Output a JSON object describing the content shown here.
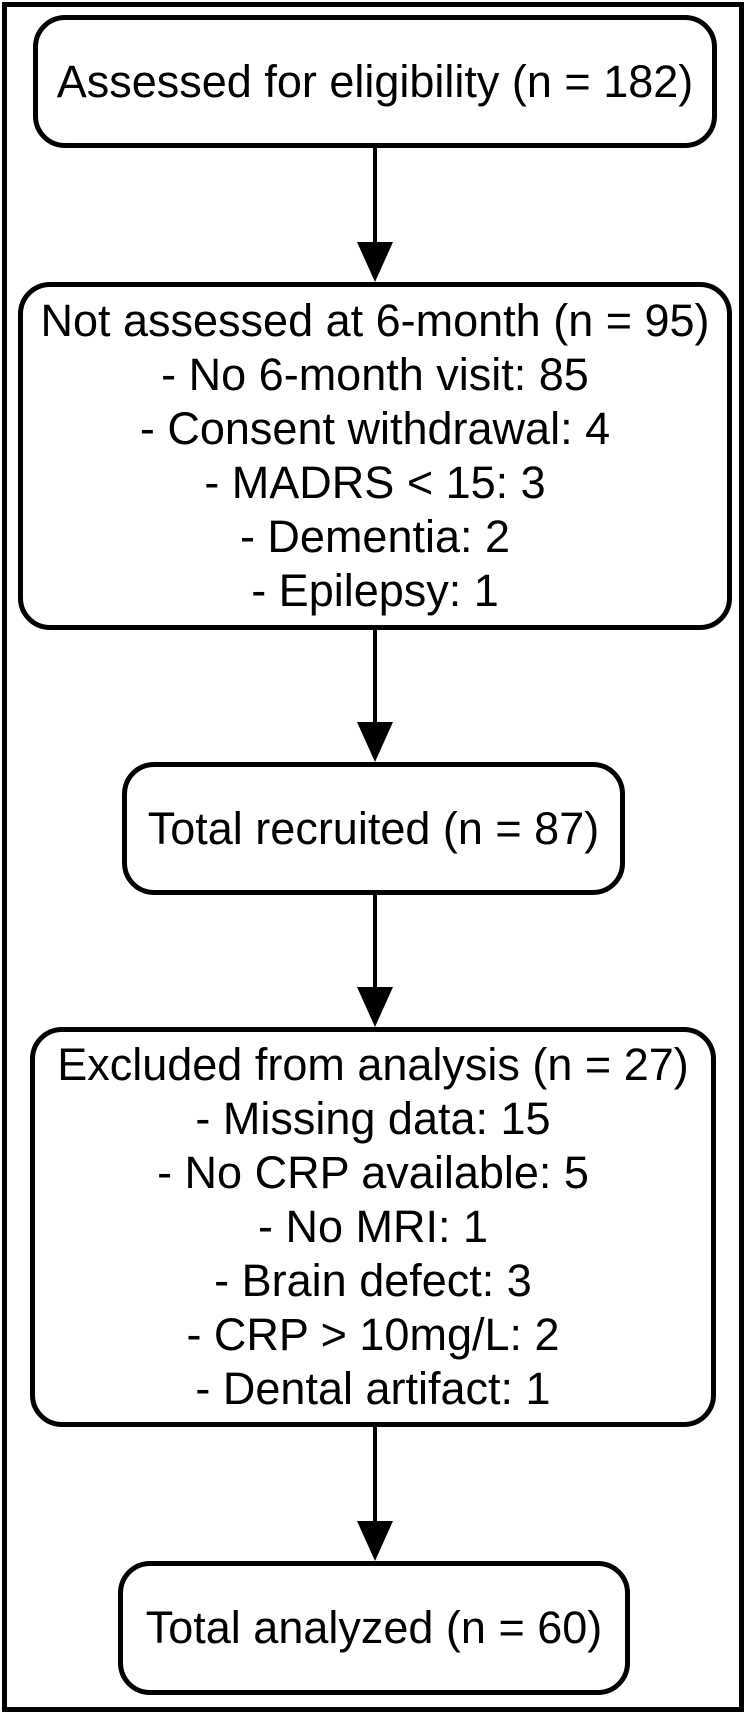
{
  "figure": {
    "type": "flow-diagram",
    "colors": {
      "background": "#ffffff",
      "line": "#000000",
      "text": "#000000"
    },
    "boxes": [
      {
        "title": "Assessed for eligibility (n = 182)",
        "items": []
      },
      {
        "title": "Not assessed at 6-month (n = 95)",
        "items": [
          "- No 6-month visit: 85",
          "- Consent withdrawal: 4",
          "- MADRS < 15: 3",
          "- Dementia: 2",
          "- Epilepsy: 1"
        ]
      },
      {
        "title": "Total recruited (n = 87)",
        "items": []
      },
      {
        "title": "Excluded from analysis (n = 27)",
        "items": [
          "- Missing data: 15",
          "- No CRP available: 5",
          "- No MRI: 1",
          "- Brain defect: 3",
          "- CRP > 10mg/L: 2",
          "- Dental artifact: 1"
        ]
      },
      {
        "title": "Total analyzed (n = 60)",
        "items": []
      }
    ],
    "arrows": [
      {
        "from": 0,
        "to": 1
      },
      {
        "from": 1,
        "to": 2
      },
      {
        "from": 2,
        "to": 3
      },
      {
        "from": 3,
        "to": 4
      }
    ]
  }
}
